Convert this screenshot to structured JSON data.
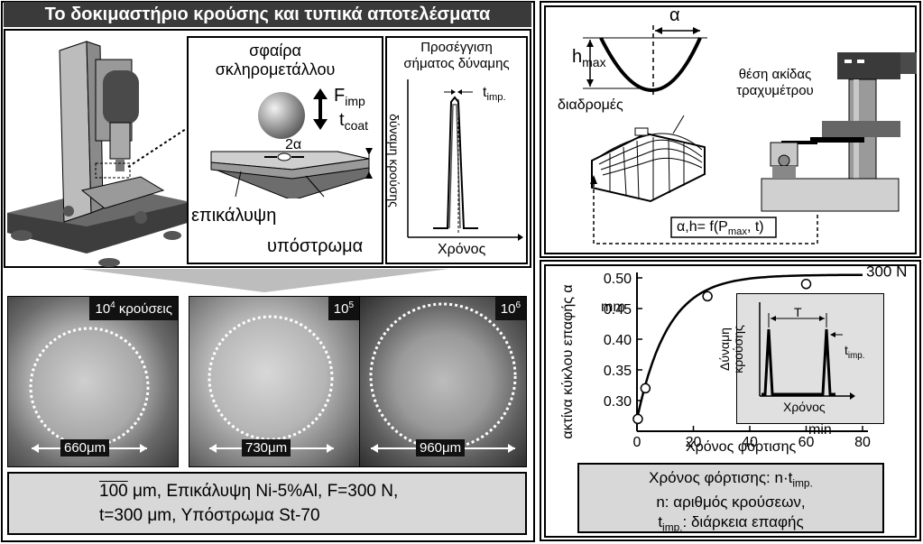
{
  "title": "Το δοκιμαστήριο κρούσης και τυπικά αποτελέσματα",
  "sketch": {
    "sphere_label_1": "σφαίρα",
    "sphere_label_2": "σκληρομετάλλου",
    "force_label": "F",
    "force_sub": "imp",
    "tcoat_label": "t",
    "tcoat_sub": "coat",
    "alpha2_label": "2α",
    "coating_label": "επικάλυψη",
    "substrate_label": "υπόστρωμα"
  },
  "signal": {
    "title_1": "Προσέγγιση",
    "title_2": "σήματος δύναμης",
    "ylabel": "δύναμη κρούσης",
    "xlabel": "Χρόνος",
    "timp_label": "t",
    "timp_sub": "imp."
  },
  "micrographs": [
    {
      "impacts_base": "10",
      "impacts_exp": "4",
      "impacts_suffix": " κρούσεις",
      "diameter": "660μm"
    },
    {
      "impacts_base": "10",
      "impacts_exp": "5",
      "impacts_suffix": "",
      "diameter": "730μm"
    },
    {
      "impacts_base": "10",
      "impacts_exp": "6",
      "impacts_suffix": "",
      "diameter": "960μm"
    }
  ],
  "caption": {
    "line1_scale": "100",
    "line1_rest": " μm, Επικάλυψη Ni-5%Al, F=300 N,",
    "line2": "t=300 μm, Υπόστρωμα St-70"
  },
  "profile": {
    "alpha": "α",
    "h": "h",
    "h_sub": "max",
    "tip_label_1": "θέση ακίδας",
    "tip_label_2": "τραχυμέτρου",
    "traces_label": "διαδρομές",
    "formula_pre": "α,h= f(P",
    "formula_sub": "max",
    "formula_post": ", t)"
  },
  "chart_data": {
    "type": "line",
    "ylabel": "ακτίνα κύκλου επαφής α",
    "yunit": "mm",
    "xlabel": "Χρόνος φόρτισης",
    "xunit": "min",
    "xticks": [
      "0",
      "20",
      "40",
      "60",
      "80"
    ],
    "yticks": [
      "0.30",
      "0.35",
      "0.40",
      "0.45",
      "0.50"
    ],
    "xlim": [
      0,
      80
    ],
    "ylim": [
      0.25,
      0.5
    ],
    "series": [
      {
        "name": "300 N",
        "x": [
          0.3,
          3,
          25,
          60
        ],
        "y": [
          0.27,
          0.32,
          0.47,
          0.49
        ]
      }
    ],
    "inset": {
      "ylabel_1": "Δύναμη",
      "ylabel_2": "κρούσης",
      "xlabel": "Χρόνος",
      "period_label": "T",
      "timp_label": "t",
      "timp_sub": "imp."
    }
  },
  "right_caption": {
    "line1_pre": "Χρόνος φόρτισης: n·t",
    "line1_sub": "imp.",
    "line2": "n: αριθμός κρούσεων,",
    "line3_pre": "t",
    "line3_sub": "imp.",
    "line3_post": ": διάρκεια επαφής"
  }
}
